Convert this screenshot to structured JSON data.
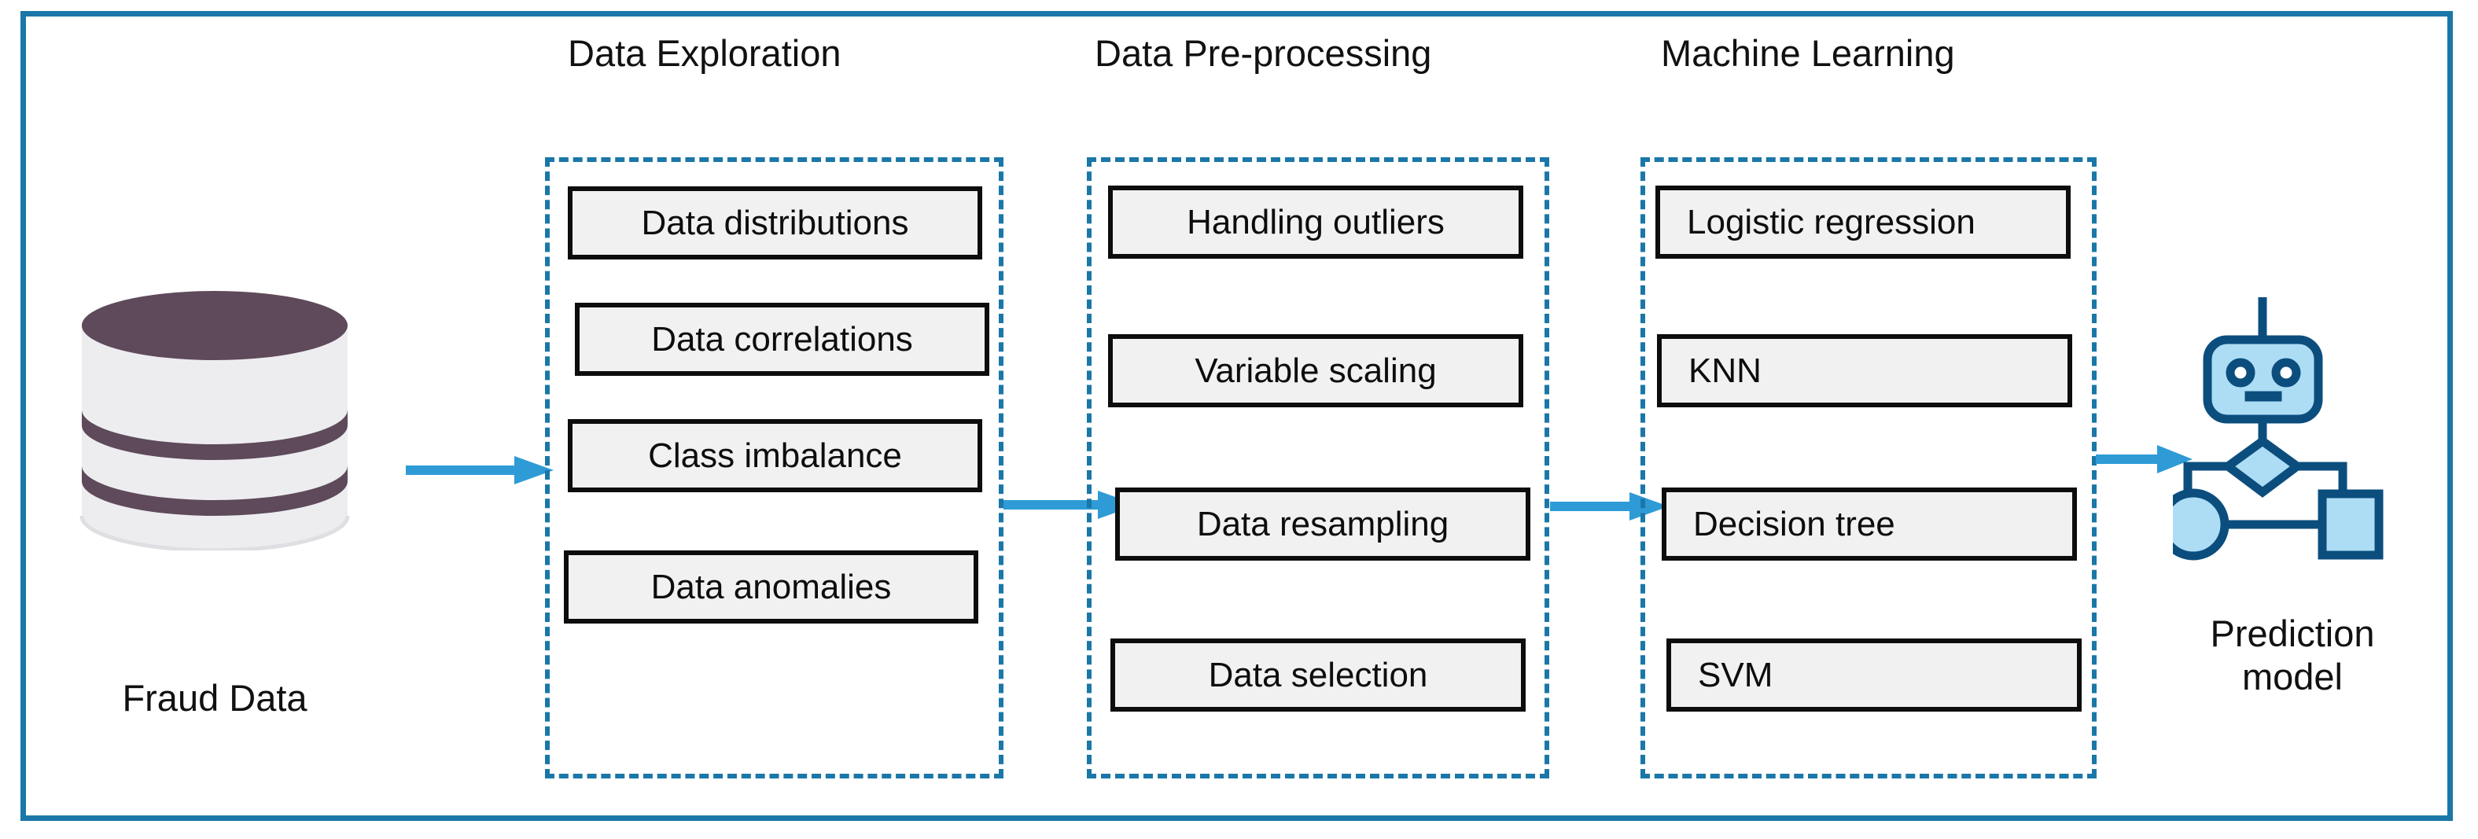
{
  "theme": {
    "frame_border": "#1A77A8",
    "dashed_border": "#1A77A8",
    "arrow_color": "#2E9BD6",
    "box_fill": "#F1F1F1",
    "box_border": "#0D0D0D",
    "db_top": "#5E4A5B",
    "db_body": "#EDEDF0",
    "robot_fill": "#ADDDF5",
    "robot_stroke": "#0B4E7E",
    "text": "#111111"
  },
  "source": {
    "icon": "database-cylinder-icon",
    "label": "Fraud Data"
  },
  "stages": [
    {
      "title": "Data Exploration",
      "align": "center",
      "items": [
        "Data distributions",
        "Data correlations",
        "Class imbalance",
        "Data anomalies"
      ]
    },
    {
      "title": "Data Pre-processing",
      "align": "center",
      "items": [
        "Handling outliers",
        "Variable scaling",
        "Data resampling",
        "Data selection"
      ]
    },
    {
      "title": "Machine Learning",
      "align": "left",
      "items": [
        "Logistic regression",
        "KNN",
        "Decision tree",
        "SVM"
      ]
    }
  ],
  "output": {
    "icon": "robot-flowchart-icon",
    "label_line1": "Prediction",
    "label_line2": "model"
  },
  "arrows": [
    {
      "name": "arrow-source-to-exploration"
    },
    {
      "name": "arrow-exploration-to-preprocessing"
    },
    {
      "name": "arrow-preprocessing-to-ml"
    },
    {
      "name": "arrow-ml-to-prediction"
    }
  ]
}
